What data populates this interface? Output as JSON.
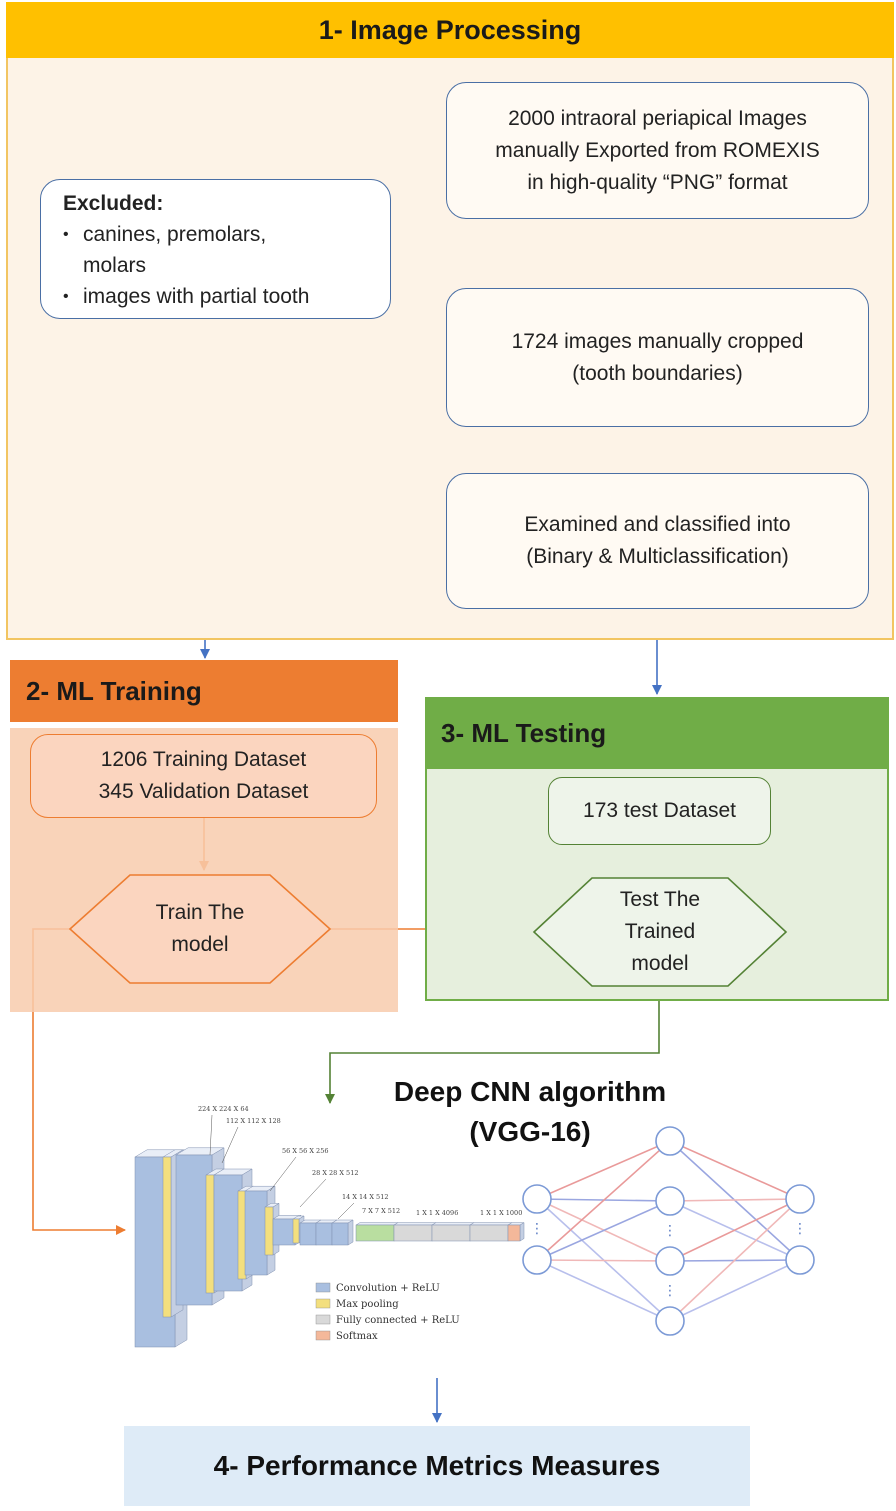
{
  "section1": {
    "title": "1- Image Processing",
    "box_export": [
      "2000 intraoral periapical Images",
      "manually Exported from ROMEXIS",
      "in high-quality “PNG” format"
    ],
    "excluded": {
      "title": "Excluded:",
      "items": [
        "canines, premolars,",
        "molars",
        "images with partial tooth"
      ]
    },
    "box_crop": [
      "1724 images manually cropped",
      "(tooth boundaries)"
    ],
    "box_classify": [
      "Examined and classified into",
      "(Binary & Multiclassification)"
    ]
  },
  "section2": {
    "title": "2- ML Training",
    "box_data": [
      "1206 Training Dataset",
      "345 Validation Dataset"
    ],
    "hex_train": [
      "Train The",
      "model"
    ]
  },
  "section3": {
    "title": "3- ML Testing",
    "box_data": "173 test Dataset",
    "hex_test": [
      "Test The",
      "Trained",
      "model"
    ]
  },
  "cnn": {
    "title": [
      "Deep CNN algorithm",
      "(VGG-16)"
    ],
    "layer_labels": [
      "224 X 224 X 64",
      "112 X 112 X 128",
      "56 X 56 X 256",
      "28 X 28 X 512",
      "14 X 14 X 512",
      "7 X 7 X 512",
      "1 X 1 X 4096",
      "1 X 1 X 1000"
    ],
    "legend": [
      "Convolution + ReLU",
      "Max pooling",
      "Fully connected + ReLU",
      "Softmax"
    ],
    "legend_colors": [
      "#a9bfe0",
      "#f3df7e",
      "#d9d9d9",
      "#f4b89a"
    ]
  },
  "section4": {
    "title": "4- Performance Metrics Measures"
  },
  "colors": {
    "image_processing": "#ffc000",
    "ml_training": "#ed7d31",
    "ml_testing": "#70ad47",
    "performance": "#deebf7",
    "arrow_blue": "#4472c4"
  }
}
